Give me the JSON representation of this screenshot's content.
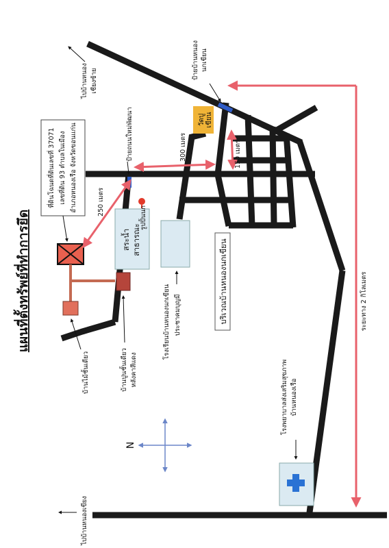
{
  "title": "แผนที่ตั้งทรัพย์ที่ทำการยึด",
  "property_box": {
    "line1": "ที่ดินโฉนดที่ดินเลขที่ 37071",
    "line2": "เลขที่ดิน 93 ตำบลในเมือง",
    "line3": "อำเภอหนองเรือ จังหวัดขอนแก่น"
  },
  "labels": {
    "to_nong_chiang": "ไปบ้านหนอง",
    "to_nong_chiang_2": "เชียงซ้าย",
    "sign_nong_nok_khian": "ป้ายบ้านหนอง",
    "sign_nong_nok_khian_2": "นกเขียน",
    "wat": "วัดปู",
    "wat_2": "เขียน",
    "sign_ban_non_mai": "ป้ายถนนใหม่พัฒนา",
    "dist_300": "300 เมตร",
    "dist_150": "150 เมตร",
    "dist_250": "250 เมตร",
    "landmark_statue": "รูปปั้นนก",
    "pond": "สระน้ำ",
    "pond_2": "สาธารณะ",
    "school": "โรงเรียนบ้านหนองนกเขียน",
    "community": "ประชาคมบุญมี",
    "village": "บริเวณบ้านหนองนกเขียน",
    "house_left": "บ้านไม้ชั้นเดียว",
    "house_mid": "บ้านปูนชั้นเดียว",
    "house_mid_2": "หลังคาสีแดง",
    "distance_2km": "ระยะทาง 2 กิโลเมตร",
    "hospital": "โรงพยาบาลส่งเสริมสุขภาพ",
    "hospital_2": "บ้านหนองเรือ",
    "to_nong_khiang": "ไปบ้านหนองเขียง",
    "north": "N"
  },
  "colors": {
    "road": "#1a1a1a",
    "route_arrow": "#e8616b",
    "property_marker": "#e9604f",
    "house": "#e1705c",
    "house_mid": "#b5453b",
    "branch": "#c46a52",
    "pond_fill": "#dbeaf2",
    "wat_fill": "#f0b437",
    "sign_blue": "#2f5cc7",
    "statue_red": "#e23a2a",
    "hospital_cross": "#2a72d4",
    "compass": "#6b86c8"
  }
}
